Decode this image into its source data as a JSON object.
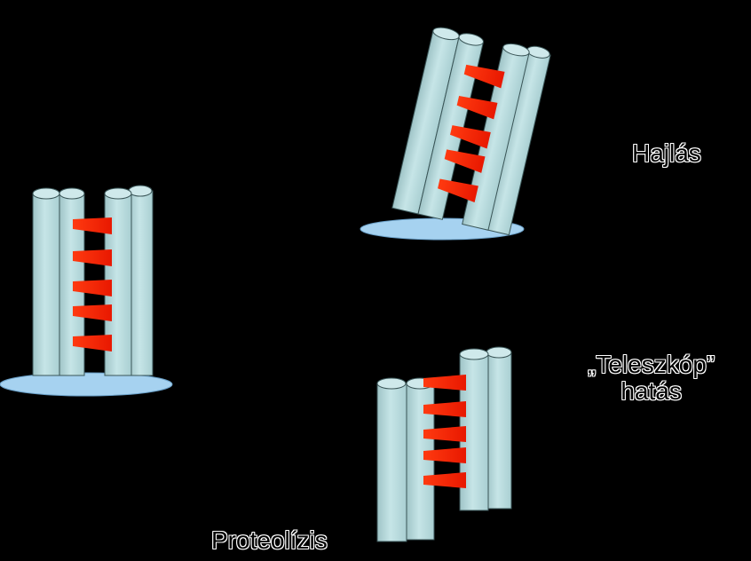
{
  "labels": {
    "bending": "Hajlás",
    "telescope_line1": "„Teleszkóp”",
    "telescope_line2": "hatás",
    "proteolysis": "Proteolízis"
  },
  "colors": {
    "background": "#000000",
    "cylinder": "#b5d9dc",
    "cylinder_outline": "#3a5557",
    "wedge": "#ff2a00",
    "base": "#a6d2f0"
  }
}
